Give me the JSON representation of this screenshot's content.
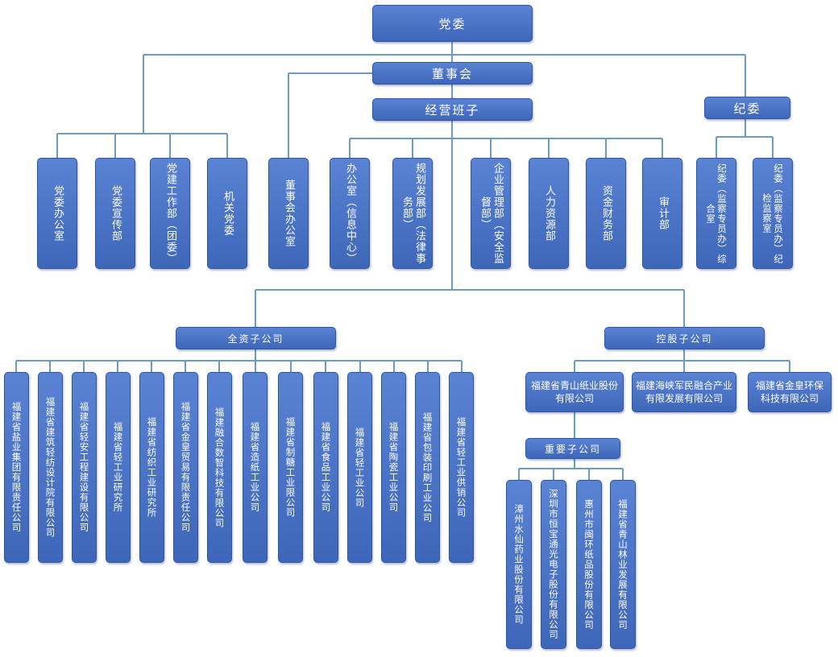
{
  "top": {
    "party": "党委",
    "board": "董事会",
    "management": "经营班子",
    "discipline": "纪委"
  },
  "party_depts": [
    "党委办公室",
    "党委宣传部",
    "党建工作部（团委）",
    "机关党委"
  ],
  "board_office": "董事会办公室",
  "management_depts": [
    "办公室（信息中心）",
    "规划发展部（法律事务部）",
    "企业管理部（安全监督部）",
    "人力资源部",
    "资金财务部",
    "审计部"
  ],
  "discipline_depts": [
    "纪委（监察专员办）综合室",
    "纪委（监察专员办）纪检监察室"
  ],
  "groups": {
    "wholly_owned": "全资子公司",
    "holding": "控股子公司",
    "important": "重要子公司"
  },
  "wholly_owned": [
    "福建省盐业集团有限责任公司",
    "福建省建筑轻纺设计院有限公司",
    "福建省轻安工程建设有限公司",
    "福建省轻工业研究所",
    "福建省纺织工业研究所",
    "福建省金皇贸易有限责任公司",
    "福建融合数智科技有限公司",
    "福建省造纸工业公司",
    "福建省制糖工业限公司",
    "福建省食品工业公司",
    "福建省轻工业公司",
    "福建省陶瓷工业公司",
    "福建省包装印刷工业公司",
    "福建省轻工业供销公司"
  ],
  "holding": [
    "福建省青山纸业股份有限公司",
    "福建海峡军民融合产业有限发展有限公司",
    "福建省金皇环保科技有限公司"
  ],
  "important": [
    "漳州水仙药业股份有限公司",
    "深圳市恒宝通光电子股份有限公司",
    "惠州市闽环纸品股份有限公司",
    "福建省青山林业发展有限公司"
  ]
}
